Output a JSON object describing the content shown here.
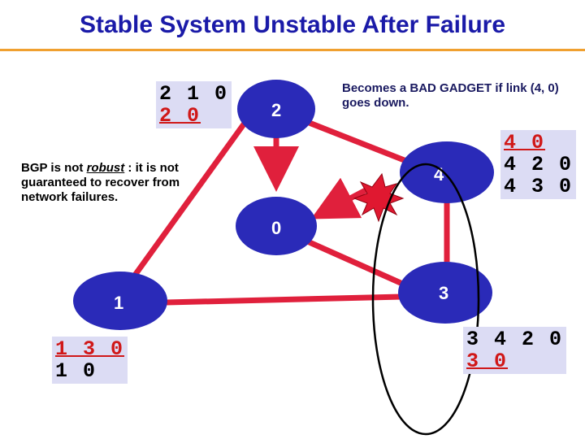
{
  "title": "Stable System Unstable After Failure",
  "nodes": [
    {
      "id": "2",
      "label": "2"
    },
    {
      "id": "4",
      "label": "4"
    },
    {
      "id": "0",
      "label": "0"
    },
    {
      "id": "1",
      "label": "1"
    },
    {
      "id": "3",
      "label": "3"
    }
  ],
  "path_tables": {
    "node2": {
      "rows": [
        {
          "text": "2 1 0",
          "color": "black"
        },
        {
          "text": "2 0",
          "color": "red"
        }
      ]
    },
    "node4": {
      "rows": [
        {
          "text": "4 0",
          "color": "red"
        },
        {
          "text": "4 2 0",
          "color": "black"
        },
        {
          "text": "4 3 0",
          "color": "black"
        }
      ]
    },
    "node1": {
      "rows": [
        {
          "text": "1 3 0",
          "color": "red"
        },
        {
          "text": "1 0",
          "color": "black"
        }
      ]
    },
    "node3": {
      "rows": [
        {
          "text": "3 4 2 0",
          "color": "black"
        },
        {
          "text": "3 0",
          "color": "red"
        }
      ]
    }
  },
  "notes": {
    "bad_gadget": "Becomes a BAD GADGET if link (4, 0) goes down.",
    "bgp_prefix": "BGP is not ",
    "bgp_emph": "robust",
    "bgp_suffix": " : it is not guaranteed to recover from network failures."
  },
  "colors": {
    "title": "#1a1aa8",
    "node_fill": "#2a2ab8",
    "link": "#e0203c",
    "preferred_path": "#d01818",
    "failure_burst": "#e01830",
    "title_rule": "#f0a030",
    "table_bg": "#dcdcf4"
  }
}
